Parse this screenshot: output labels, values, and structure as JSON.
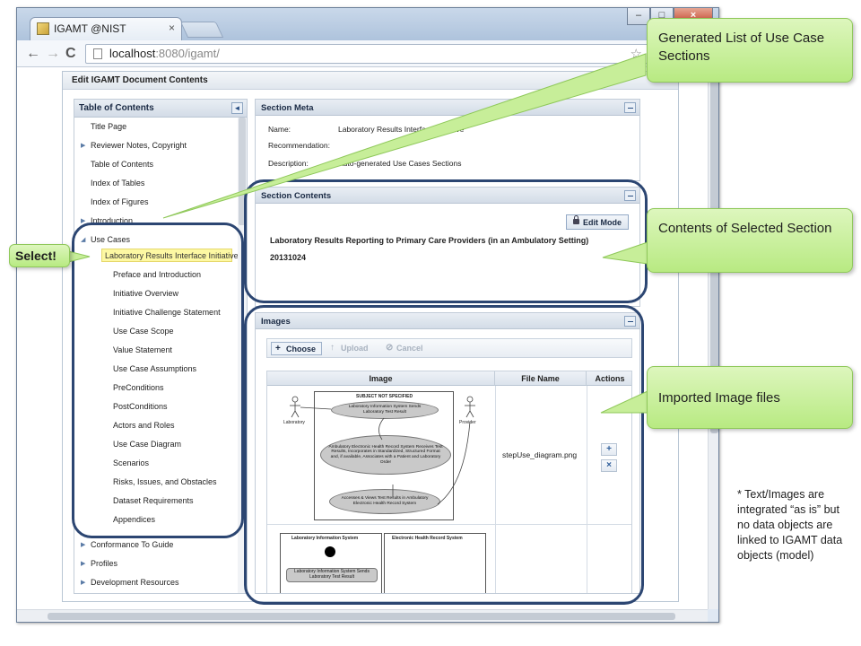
{
  "browser": {
    "tab_title": "IGAMT @NIST",
    "tab_close": "×",
    "url_host": "localhost",
    "url_path": ":8080/igamt/",
    "win_minimize": "–",
    "win_maximize": "□",
    "win_close": "×",
    "nav_back": "←",
    "nav_forward": "→",
    "nav_reload": "C",
    "star": "☆"
  },
  "app": {
    "title": "Edit IGAMT Document Contents",
    "toc_title": "Table of Contents",
    "toc_collapse": "◄",
    "toc_items": [
      {
        "label": "Title Page"
      },
      {
        "label": "Reviewer Notes, Copyright"
      },
      {
        "label": "Table of Contents"
      },
      {
        "label": "Index of Tables"
      },
      {
        "label": "Index of Figures"
      },
      {
        "label": "Introduction"
      },
      {
        "label": "Use Cases"
      },
      {
        "label": "Laboratory Results Interface Initiative"
      },
      {
        "label": "Preface and Introduction"
      },
      {
        "label": "Initiative Overview"
      },
      {
        "label": "Initiative Challenge Statement"
      },
      {
        "label": "Use Case Scope"
      },
      {
        "label": "Value Statement"
      },
      {
        "label": "Use Case Assumptions"
      },
      {
        "label": "PreConditions"
      },
      {
        "label": "PostConditions"
      },
      {
        "label": "Actors and Roles"
      },
      {
        "label": "Use Case Diagram"
      },
      {
        "label": "Scenarios"
      },
      {
        "label": "Risks, Issues, and Obstacles"
      },
      {
        "label": "Dataset Requirements"
      },
      {
        "label": "Appendices"
      },
      {
        "label": "Conformance To Guide"
      },
      {
        "label": "Profiles"
      },
      {
        "label": "Development Resources"
      }
    ],
    "arrow_collapsed": "▶",
    "arrow_expanded": "◢",
    "section_meta": {
      "title": "Section Meta",
      "name_label": "Name:",
      "name_value": "Laboratory Results Interface Initiative",
      "recommendation_label": "Recommendation:",
      "description_label": "Description:",
      "description_value": "Auto-generated Use Cases Sections"
    },
    "section_contents": {
      "title": "Section Contents",
      "edit_mode": "Edit Mode",
      "heading": "Laboratory Results Reporting to Primary Care Providers (in an Ambulatory Setting)",
      "date": "20131024"
    },
    "images": {
      "title": "Images",
      "choose": "Choose",
      "choose_icon": "+",
      "upload": "Upload",
      "upload_icon": "↑",
      "cancel": "Cancel",
      "cancel_icon": "⊘",
      "col_image": "Image",
      "col_file": "File Name",
      "col_actions": "Actions",
      "file_name": "stepUse_diagram.png",
      "add_icon": "+",
      "remove_icon": "×",
      "diagram1": {
        "system_title": "SUBJECT NOT SPECIFIED",
        "actor_left": "Laboratory",
        "actor_right": "Provider",
        "uc1": "Laboratory Information System Sends Laboratory Test Result",
        "uc2": "Ambulatory Electronic Health Record System Receives Test Results, Incorporates in Standardized, Structured Format and, if available, Associates with a Patient and Laboratory Order",
        "uc3": "Accesses & Views Test Results in Ambulatory Electronic Health Record System"
      },
      "diagram2": {
        "lane_left": "Laboratory Information System",
        "lane_right": "Electronic Health Record System",
        "activity": "Laboratory Information System Sends Laboratory Test Result"
      }
    }
  },
  "annotations": {
    "callout_toc": "Generated List of Use Case Sections",
    "callout_contents": "Contents of Selected Section",
    "callout_images": "Imported Image files",
    "callout_select": "Select!",
    "footnote": "* Text/Images are integrated “as is” but no data objects are linked to IGAMT data objects (model)"
  },
  "colors": {
    "callout_fill": "#b8ea82",
    "outline": "#2c4672",
    "selection": "#fdf8a3"
  }
}
